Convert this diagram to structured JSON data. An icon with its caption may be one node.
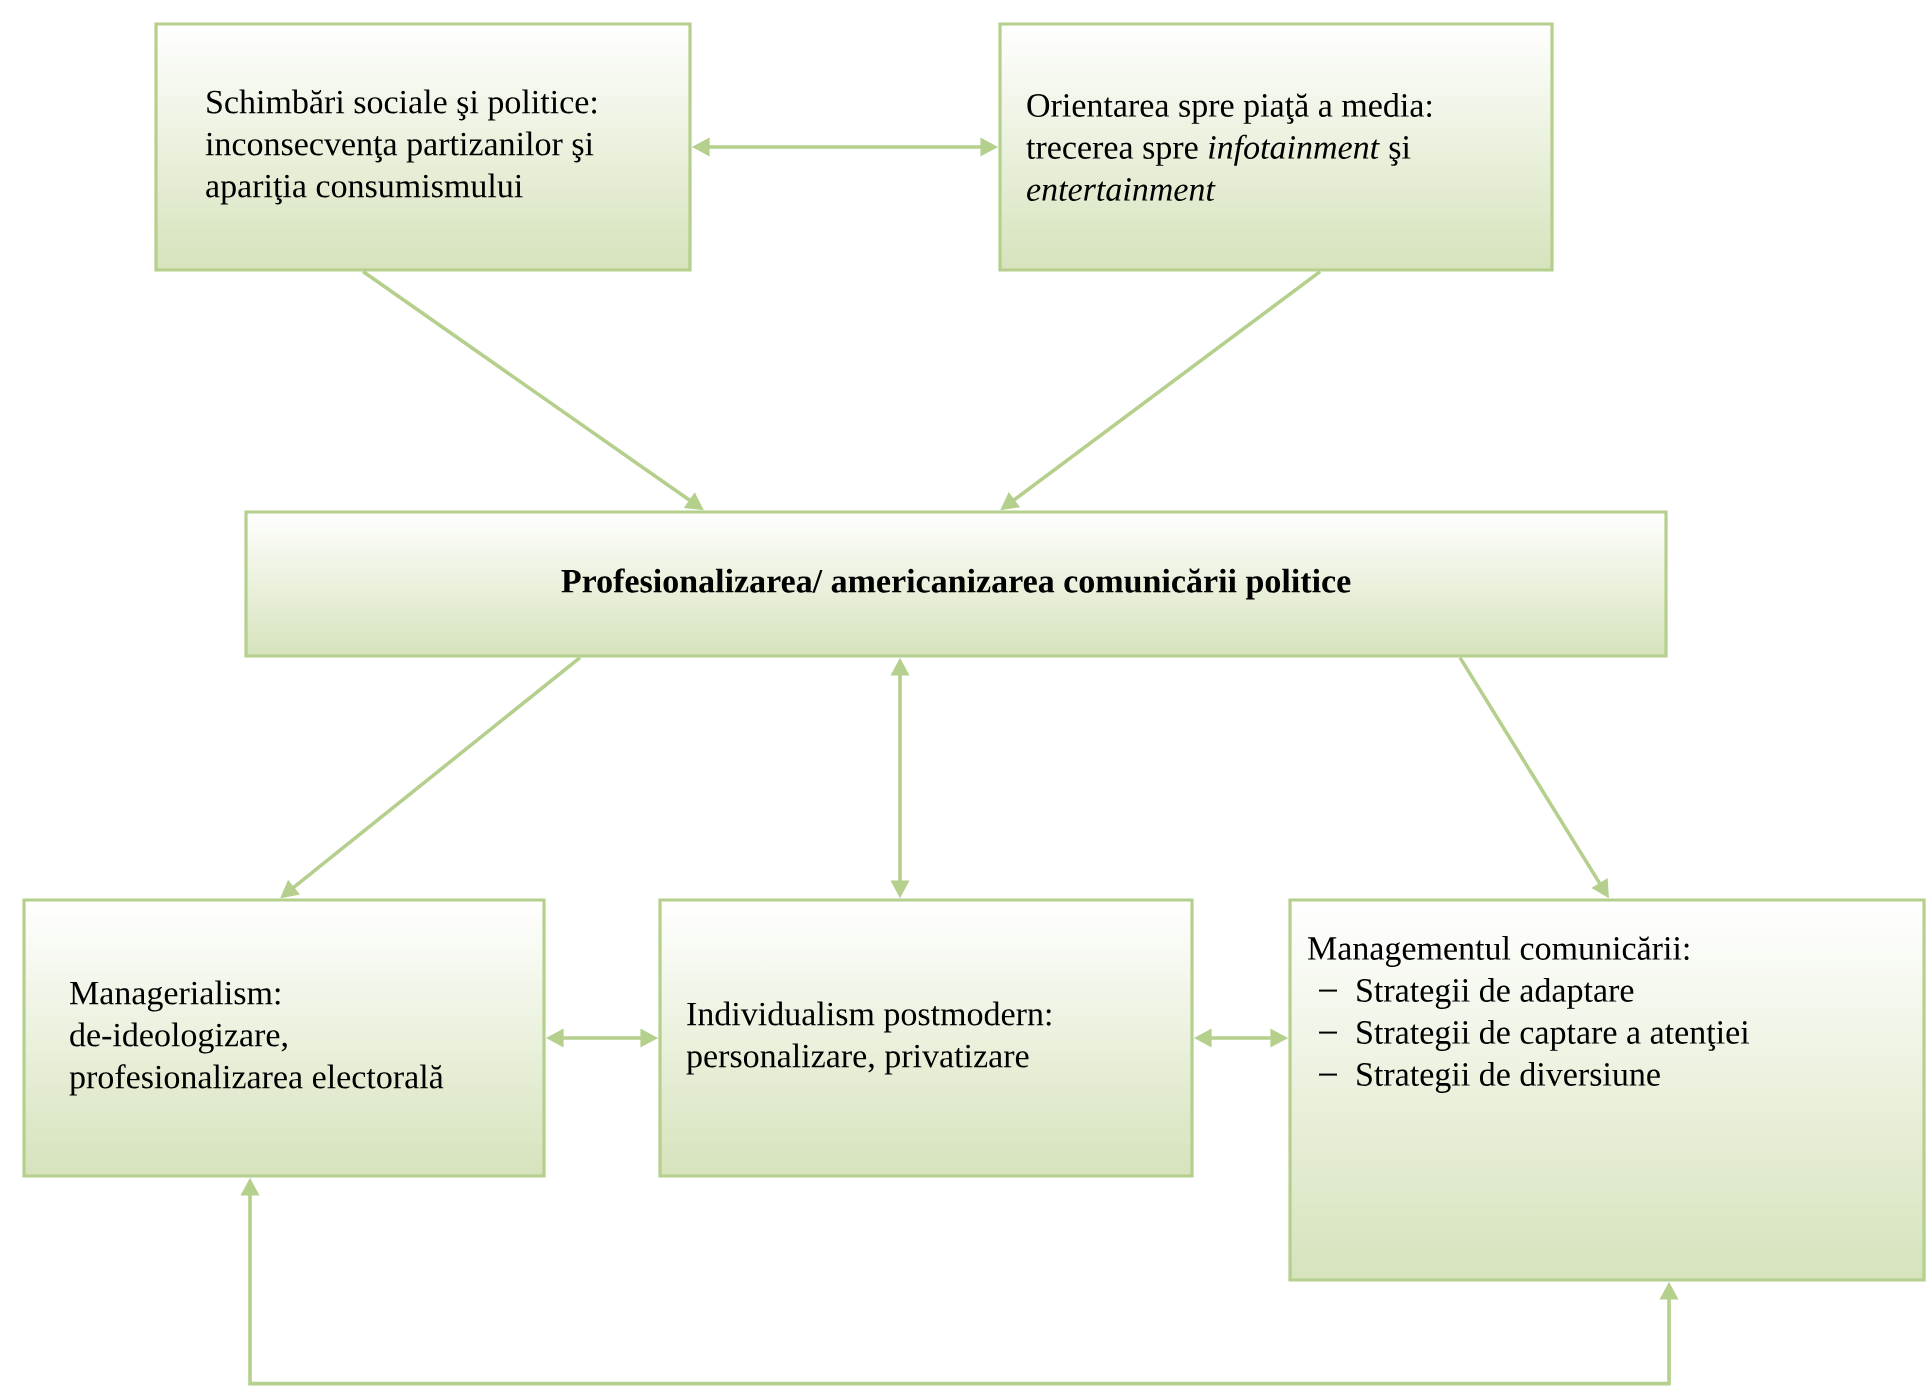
{
  "diagram": {
    "nodes": [
      {
        "text": [
          "Schimbări sociale şi politice: inconsecvenţa partizanilor şi apariţia consumismului"
        ]
      },
      {
        "text": [
          "Orientarea spre piaţă a media: trecerea spre *infotainment* şi *entertainment*"
        ]
      },
      {
        "text": [
          "Profesionalizarea/ americanizarea comunicării politice"
        ]
      },
      {
        "text": [
          "Managerialism: de-ideologizare, profesionalizarea electorală"
        ]
      },
      {
        "text": [
          "Individualism postmodern: personalizare, privatizare"
        ]
      },
      {
        "text": [
          "Managementul comunicării:",
          "Strategii de adaptare",
          "Strategii de captare a atenţiei",
          "Strategii de diversiune"
        ]
      }
    ],
    "edges": [
      {
        "from": 0,
        "to": 1,
        "arrow": "both"
      },
      {
        "from": 0,
        "to": 2,
        "arrow": "to"
      },
      {
        "from": 1,
        "to": 2,
        "arrow": "to"
      },
      {
        "from": 2,
        "to": 3,
        "arrow": "to"
      },
      {
        "from": 2,
        "to": 4,
        "arrow": "both"
      },
      {
        "from": 2,
        "to": 5,
        "arrow": "to"
      },
      {
        "from": 3,
        "to": 4,
        "arrow": "both"
      },
      {
        "from": 4,
        "to": 5,
        "arrow": "both"
      },
      {
        "from": 3,
        "to": 5,
        "arrow": "both"
      }
    ]
  }
}
